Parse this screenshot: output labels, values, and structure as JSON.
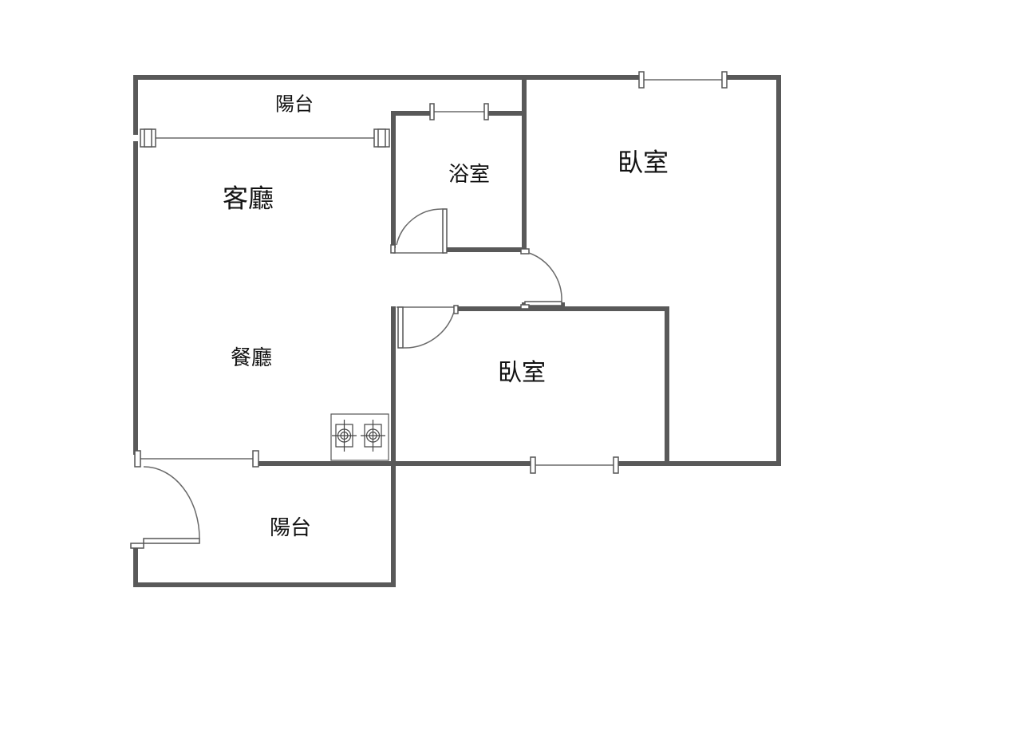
{
  "rooms": {
    "balcony_top": "陽台",
    "living_room": "客廳",
    "bathroom": "浴室",
    "bedroom_main": "臥室",
    "dining_room": "餐廳",
    "bedroom_second": "臥室",
    "balcony_bottom": "陽台"
  },
  "colors": {
    "wall": "#595959",
    "line": "#6a6a6a",
    "text": "#111111",
    "background": "#ffffff"
  },
  "icons": {
    "stove": "two-burner-stove-icon"
  }
}
